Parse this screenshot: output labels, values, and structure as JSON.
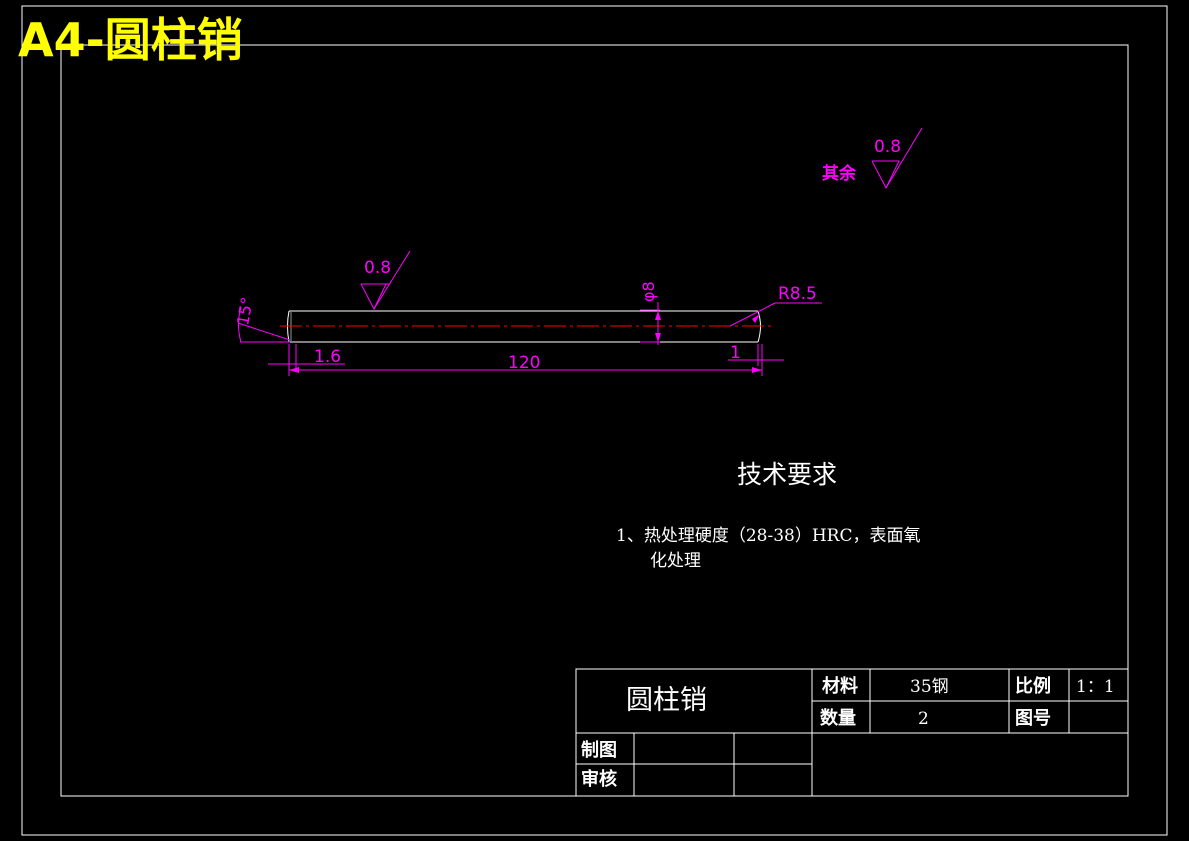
{
  "sheet_title": "A4-圆柱销",
  "surface": {
    "other_label": "其余",
    "other_roughness": "0.8",
    "face_roughness": "0.8"
  },
  "dimensions": {
    "chamfer_angle": "15°",
    "diameter": "φ8",
    "radius": "R8.5",
    "left_offset": "1.6",
    "length": "120",
    "right_offset": "1"
  },
  "technical_requirements": {
    "heading": "技术要求",
    "line1": "1、热处理硬度（28-38）HRC，表面氧",
    "line2": "化处理"
  },
  "title_block": {
    "part_name": "圆柱销",
    "material_label": "材料",
    "material_value": "35钢",
    "scale_label": "比例",
    "scale_value": "1：1",
    "quantity_label": "数量",
    "quantity_value": "2",
    "drawing_no_label": "图号",
    "drawing_no_value": "",
    "drawn_label": "制图",
    "checked_label": "审核"
  },
  "colors": {
    "background": "#000000",
    "outline": "#ffffff",
    "dimension": "#ff00ff",
    "centerline": "#ff0000",
    "title": "#ffff00"
  }
}
